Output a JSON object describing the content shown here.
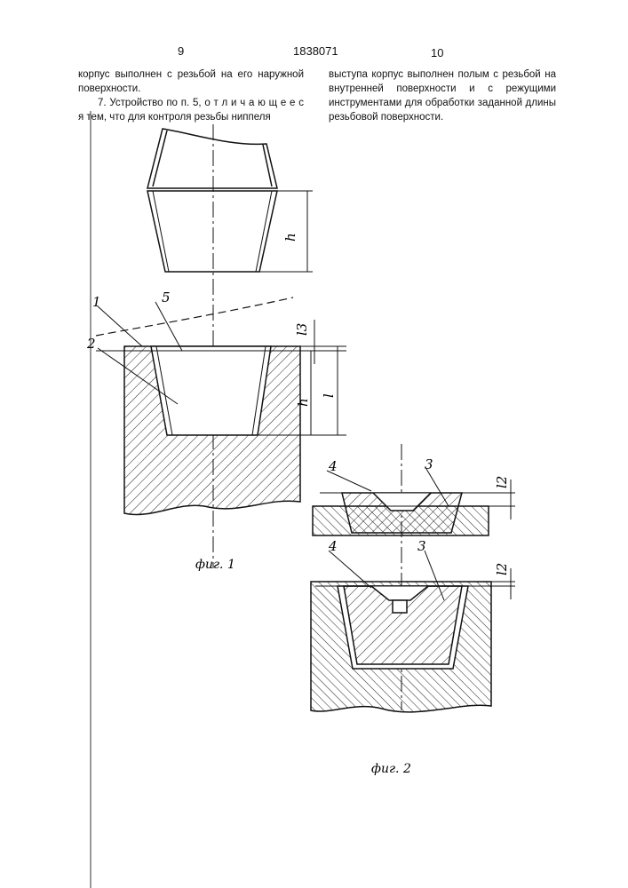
{
  "header": {
    "page_left": "9",
    "patent_number": "1838071",
    "page_right": "10"
  },
  "left_column": {
    "para1": "корпус выполнен с резьбой на его наружной поверхности.",
    "para2": "7. Устройство по п. 5, о т л и ч а ю щ е е с я тем, что для контроля резьбы ниппеля"
  },
  "right_column": {
    "para1": "выступа корпус выполнен полым с резьбой на внутренней поверхности и с режущими инструментами для обработки заданной длины резьбовой поверхности."
  },
  "figure1": {
    "caption": "фиг. 1",
    "labels": {
      "n1": "1",
      "n2": "2",
      "n5": "5",
      "dim_h_top": "h",
      "dim_l3": "l3",
      "dim_h": "h",
      "dim_l": "l"
    }
  },
  "figure2": {
    "caption": "фиг. 2",
    "labels": {
      "n4_top": "4",
      "n3_top": "3",
      "dim_l2_top": "l2",
      "n4_bottom": "4",
      "n3_bottom": "3",
      "dim_l2_bottom": "l2"
    }
  }
}
